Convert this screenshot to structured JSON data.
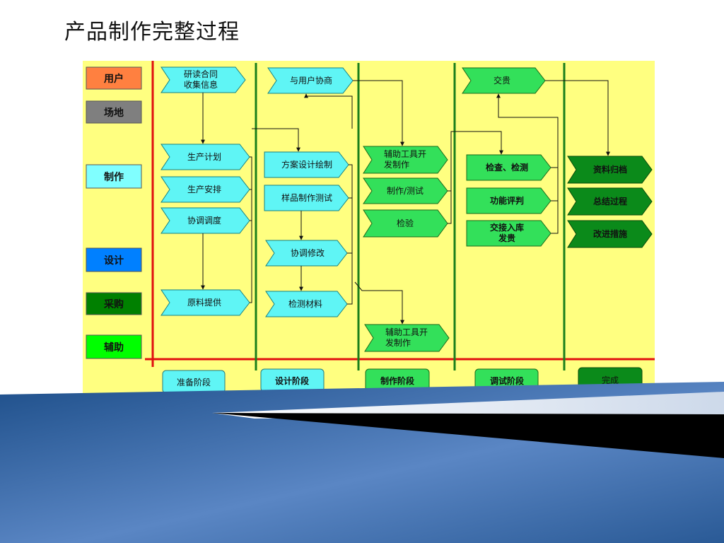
{
  "title": "产品制作完整过程",
  "legend": [
    {
      "label": "用户",
      "color": "#ff8040"
    },
    {
      "label": "场地",
      "color": "#7f7f7f"
    },
    {
      "label": "制作",
      "color": "#80ffff"
    },
    {
      "label": "设计",
      "color": "#0080ff"
    },
    {
      "label": "采购",
      "color": "#008000"
    },
    {
      "label": "辅助",
      "color": "#00ff00"
    }
  ],
  "prep_column": {
    "read_contract": [
      "研读合同",
      "收集信息"
    ],
    "production_plan": "生产计划",
    "production_schedule": "生产安排",
    "coordination": "协调调度",
    "materials_supply": "原料提供"
  },
  "design_column": {
    "user_consult": "与用户协商",
    "design_drawing": "方案设计绘制",
    "sample_testing": "样品制作测试",
    "coordinate_revise": "协调修改",
    "test_materials": "检测材料"
  },
  "make_column": {
    "aux_tools_1": [
      "辅助工具开",
      "发制作"
    ],
    "make_test": "制作/测试",
    "inspect": "检验",
    "aux_tools_2": [
      "辅助工具开",
      "发制作"
    ]
  },
  "debug_column": {
    "delivery": "交贵",
    "check": "检查、检测",
    "function_review": "功能评判",
    "handover": [
      "交接入库",
      "发贵"
    ]
  },
  "done_column": {
    "archive": "资料归档",
    "summary": "总结过程",
    "improve": "改进措施"
  },
  "stages": [
    "准备阶段",
    "设计阶段",
    "制作阶段",
    "调试阶段",
    "完成"
  ],
  "colors": {
    "panel_bg": "#ffff80",
    "cyan": "#5ff5f5",
    "bright_green": "#33e05a",
    "dark_green": "#0b8a1a",
    "red_axis": "#e01010",
    "divider_green": "#1b7f1b"
  }
}
